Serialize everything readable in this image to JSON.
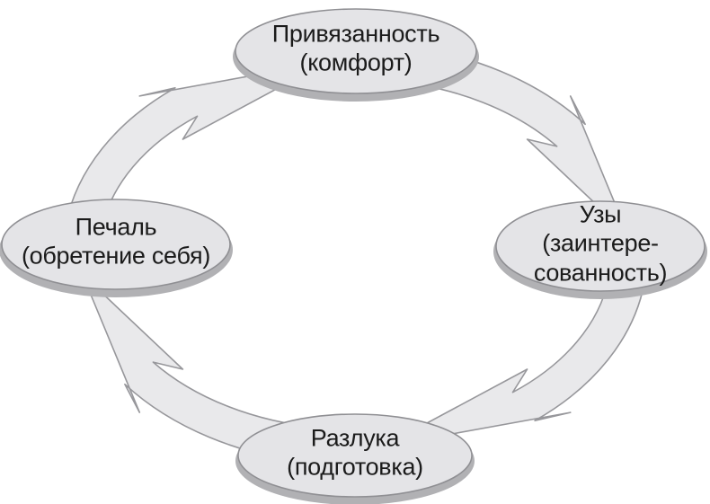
{
  "diagram": {
    "type": "cycle",
    "direction": "clockwise",
    "background": "#ffffff",
    "band_color": "#e9e9eb",
    "band_stroke": "#97979b",
    "node_fill": "#e4e4e7",
    "node_stroke": "#8f8f93",
    "node_rim": "#b1b1b4",
    "text_color": "#1b1b1b",
    "nodes": [
      {
        "id": "attachment",
        "position": "top",
        "label": "Привязанность\n(комфорт)"
      },
      {
        "id": "bonds",
        "position": "right",
        "label": "Узы (заинтере-\nсованность)"
      },
      {
        "id": "separation",
        "position": "bottom",
        "label": "Разлука\n(подготовка)"
      },
      {
        "id": "sadness",
        "position": "left",
        "label": "Печаль\n(обретение себя)"
      }
    ]
  }
}
